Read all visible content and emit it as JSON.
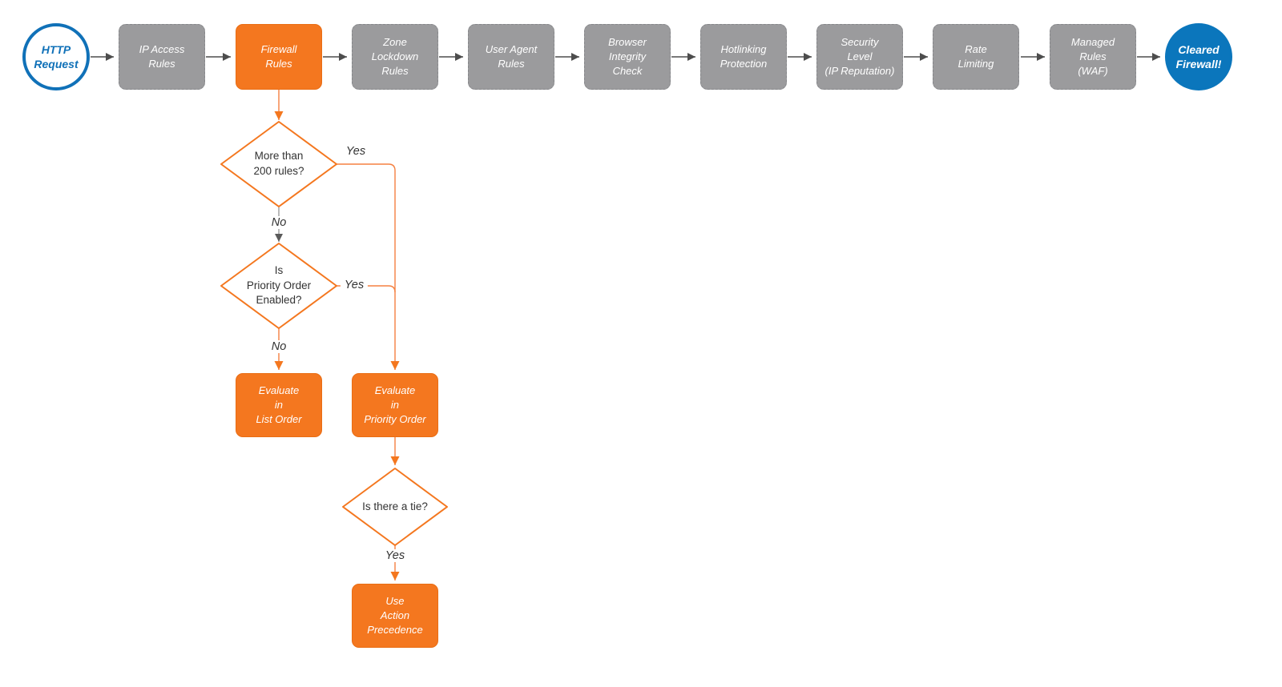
{
  "colors": {
    "orange": "#F4771F",
    "gray_node": "#9B9B9D",
    "blue_outline": "#1071B8",
    "blue_fill": "#0B76BC",
    "connector_dark": "#4D4D4D",
    "connector_light_gray": "#8f8f8f",
    "label_text": "#333333"
  },
  "pipeline": {
    "start": {
      "label": "HTTP\nRequest"
    },
    "steps": [
      {
        "label": "IP Access\nRules"
      },
      {
        "label": "Firewall\nRules"
      },
      {
        "label": "Zone\nLockdown\nRules"
      },
      {
        "label": "User Agent\nRules"
      },
      {
        "label": "Browser\nIntegrity\nCheck"
      },
      {
        "label": "Hotlinking\nProtection"
      },
      {
        "label": "Security\nLevel\n(IP Reputation)"
      },
      {
        "label": "Rate\nLimiting"
      },
      {
        "label": "Managed\nRules\n(WAF)"
      }
    ],
    "end": {
      "label": "Cleared\nFirewall!"
    }
  },
  "decisions": [
    {
      "label": "More than\n200 rules?",
      "yes": "Yes",
      "no": "No"
    },
    {
      "label": "Is\nPriority Order\nEnabled?",
      "yes": "Yes",
      "no": "No"
    },
    {
      "label": "Is there a tie?",
      "yes": "Yes"
    }
  ],
  "outcomes": [
    {
      "label": "Evaluate\nin\nList Order"
    },
    {
      "label": "Evaluate\nin\nPriority Order"
    },
    {
      "label": "Use\nAction\nPrecedence"
    }
  ]
}
